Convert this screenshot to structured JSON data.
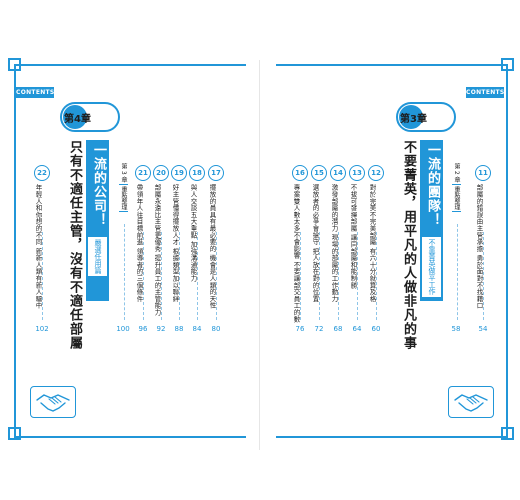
{
  "header": {
    "contents_left": "CONTENTS",
    "contents_right": "CONTENTS"
  },
  "left_page": {
    "chapter": "第4章",
    "title": "一流的公司！",
    "title_tag": "嚴選任用篇",
    "subtitle": "只有不適任主管，沒有不適任部屬",
    "section_label": "第 3 章",
    "section_box": "重點整理",
    "entries": [
      {
        "num": "22",
        "title": "年輕人和你想的不同 新新人類有新人驅中",
        "page": "102"
      },
      {
        "num": "21",
        "title": "帶領年人往目標前進 領導者的三個條件",
        "page": "96"
      },
      {
        "num": "20",
        "title": "部屬永遠比主管更優秀 提升員工的主管能力",
        "page": "92"
      },
      {
        "num": "19",
        "title": "好主管懂得擺放人才 根據類型加以聯絆",
        "page": "88"
      },
      {
        "num": "18",
        "title": "與人交談五大重點 加強溝通能力",
        "page": "84"
      },
      {
        "num": "17",
        "title": "擺放的員具有最必要的 機會是人類的天性",
        "page": "80"
      }
    ],
    "section_page": "100"
  },
  "right_page": {
    "chapter": "第3章",
    "title": "一流的團隊！",
    "title_tag": "不靠菁英做平工作",
    "subtitle": "不要菁英，用平凡的人做非凡的事",
    "section_label": "第 2 章",
    "section_box": "重點整理",
    "entries": [
      {
        "num": "16",
        "title": "專案雙人數太多不會影響 不要讓部交員工的數",
        "page": "76"
      },
      {
        "num": "15",
        "title": "選放者的必爭會搶守 把人放在對的位置",
        "page": "72"
      },
      {
        "num": "14",
        "title": "激發部屬的潛力 現場的部屬的工作動力",
        "page": "68"
      },
      {
        "num": "13",
        "title": "不拔可發揮部屬 讓同部屬和能制勝",
        "page": "64"
      },
      {
        "num": "12",
        "title": "對於完美不完美部屬 有六十分就算及格",
        "page": "60"
      },
      {
        "num": "11",
        "title": "部屬的錯誤由主管承擔 勇於面對不找藉口",
        "page": "54"
      }
    ],
    "section_page": "58"
  }
}
